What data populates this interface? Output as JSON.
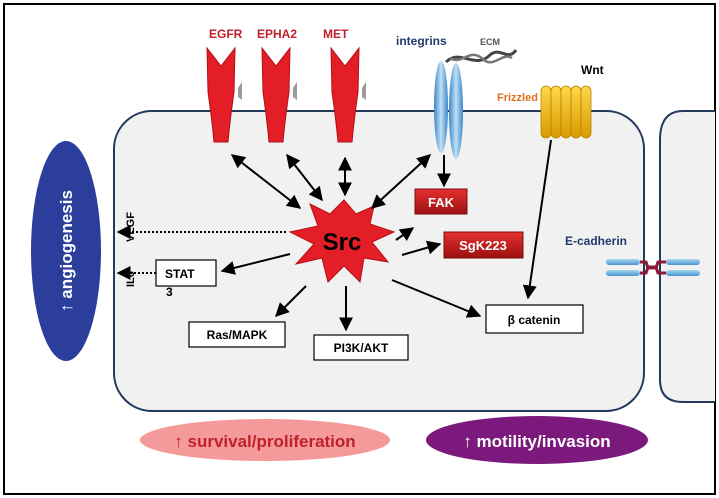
{
  "receptors": {
    "egfr": "EGFR",
    "epha2": "EPHA2",
    "met": "MET",
    "integrins": "integrins",
    "ecm": "ECM",
    "wnt": "Wnt",
    "frizzled": "Frizzled"
  },
  "core": {
    "src": "Src",
    "fak": "FAK",
    "sgk223": "SgK223"
  },
  "secreted": {
    "vegf": "VEGF",
    "il6": "IL6"
  },
  "downstream": {
    "stat_line1": "STAT",
    "stat_line2": "3",
    "ras_mapk": "Ras/MAPK",
    "pi3k_akt": "PI3K/AKT",
    "beta_catenin": "β catenin",
    "e_cadherin": "E-cadherin"
  },
  "outcomes": {
    "angiogenesis": "↑ angiogenesis",
    "survival": "↑ survival/proliferation",
    "motility": "↑ motility/invasion"
  },
  "colors": {
    "receptor_red": "#e41e26",
    "label_red": "#c0202a",
    "integrin_blue": "#6fb0e0",
    "frizzled_gold": "#f0b400",
    "frizzled_label": "#e07020",
    "label_navy": "#1f3a6e",
    "cell_fill": "#f1f1f1",
    "cell_border": "#223a5e",
    "angiogenesis_oval": "#2c3e9b",
    "survival_oval": "#f59a9a",
    "survival_text": "#c0202a",
    "motility_oval": "#7b1a7c",
    "fak_box": "#c01b1b"
  }
}
